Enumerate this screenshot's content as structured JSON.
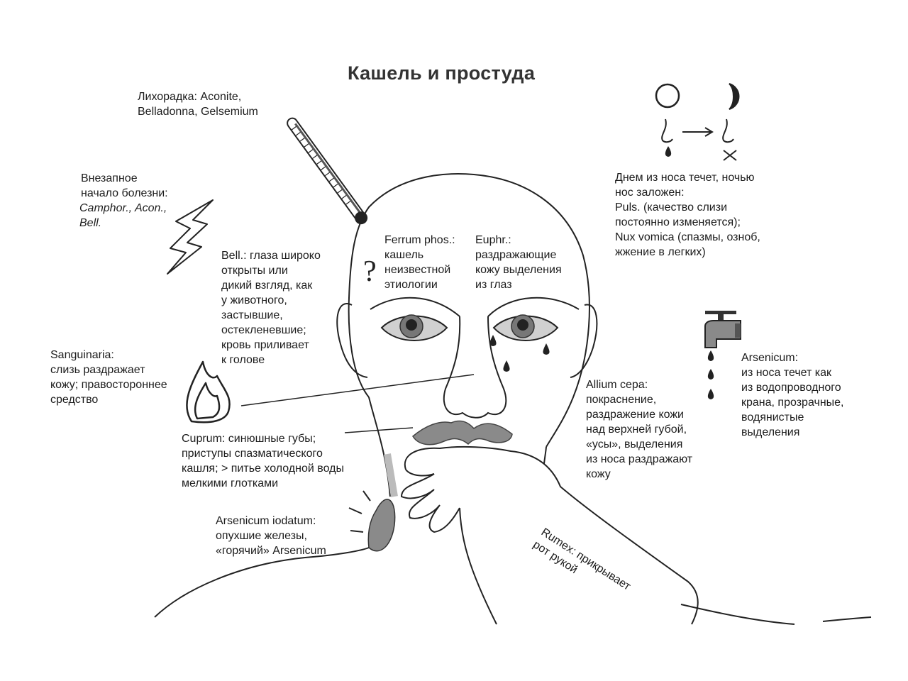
{
  "title": "Кашель и простуда",
  "labels": {
    "fever": "Лихорадка: Aconite,\nBelladonna, Gelsemium",
    "sudden": "Внезапное\nначало болезни:",
    "sudden_remedies": "Camphor., Acon.,\nBell.",
    "day_night": "Днем из носа течет, ночью\nнос заложен:\nPuls. (качество слизи\nпостоянно изменяется);\nNux vomica (спазмы, озноб,\nжжение в легких)",
    "ferrum": "Ferrum phos.:\nкашель\nнеизвестной\nэтиологии",
    "euphr": "Euphr.:\nраздражающие\nкожу выделения\nиз глаз",
    "bell_eyes": "Bell.: глаза широко\nоткрыты или\nдикий взгляд, как\nу животного,\nзастывшие,\nостекленевшие;\nкровь приливает\nк голове",
    "sanguinaria": "Sanguinaria:\nслизь раздражает\nкожу; правостороннее\nсредство",
    "arsenicum": "Arsenicum:\nиз носа течет как\nиз водопроводного\nкрана, прозрачные,\nводянистые\nвыделения",
    "allium": "Allium cepa:\nпокраснение,\nраздражение кожи\nнад верхней губой,\n«усы», выделения\nиз носа раздражают\nкожу",
    "cuprum": "Cuprum: синюшные губы;\nприступы спазматического\nкашля; > питье холодной воды\nмелкими глотками",
    "ars_iod": "Arsenicum iodatum:\nопухшие железы,\n«горячий» Arsenicum",
    "rumex": "Rumex: прикрывает\nрот рукой"
  },
  "symbols": {
    "question": "?"
  },
  "icons": [
    "thermometer-icon",
    "lightning-icon",
    "flame-icon",
    "sun-icon",
    "moon-icon",
    "runny-nose-icon",
    "blocked-nose-icon",
    "faucet-icon",
    "water-drop-icon",
    "question-mark-icon"
  ]
}
